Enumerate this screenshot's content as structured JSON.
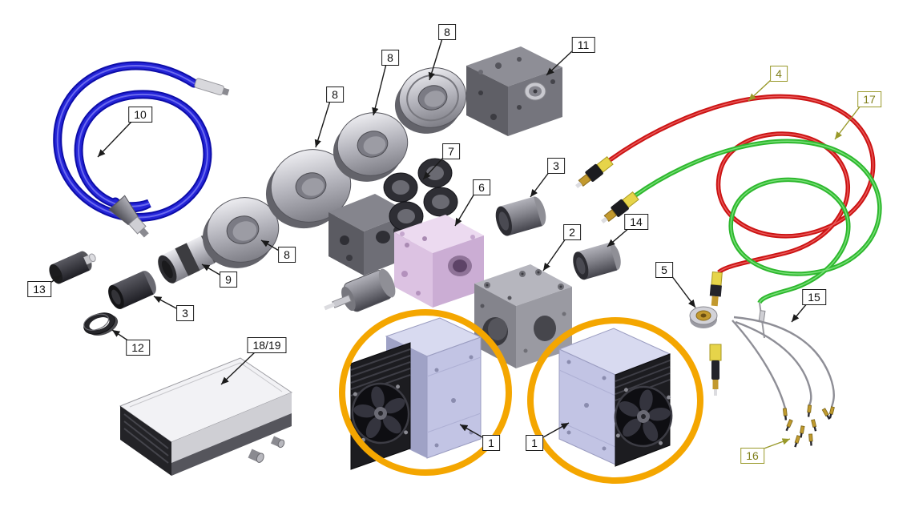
{
  "diagram": {
    "type": "exploded-assembly-diagram",
    "background": "#ffffff",
    "callouts": [
      {
        "label": "8",
        "color": "black"
      },
      {
        "label": "8",
        "color": "black"
      },
      {
        "label": "8",
        "color": "black"
      },
      {
        "label": "11",
        "color": "black"
      },
      {
        "label": "10",
        "color": "black"
      },
      {
        "label": "7",
        "color": "black"
      },
      {
        "label": "3",
        "color": "black"
      },
      {
        "label": "6",
        "color": "black"
      },
      {
        "label": "2",
        "color": "black"
      },
      {
        "label": "14",
        "color": "black"
      },
      {
        "label": "4",
        "color": "olive"
      },
      {
        "label": "17",
        "color": "olive"
      },
      {
        "label": "8",
        "color": "black"
      },
      {
        "label": "9",
        "color": "black"
      },
      {
        "label": "13",
        "color": "black"
      },
      {
        "label": "3",
        "color": "black"
      },
      {
        "label": "12",
        "color": "black"
      },
      {
        "label": "18/19",
        "color": "black"
      },
      {
        "label": "5",
        "color": "black"
      },
      {
        "label": "15",
        "color": "black"
      },
      {
        "label": "1",
        "color": "black"
      },
      {
        "label": "1",
        "color": "black"
      },
      {
        "label": "16",
        "color": "olive"
      }
    ],
    "colors": {
      "fiber_cable_blue": "#1c1ccc",
      "patch_cable_red": "#cc1414",
      "patch_cable_green": "#2eb82e",
      "highlight_ring_orange": "#f4a600",
      "callout_border_black": "#1a1a1a",
      "callout_border_olive": "#99992a",
      "connector_boot_yellow": "#e6d44a",
      "connector_ferrule_gold": "#c2992e"
    }
  }
}
